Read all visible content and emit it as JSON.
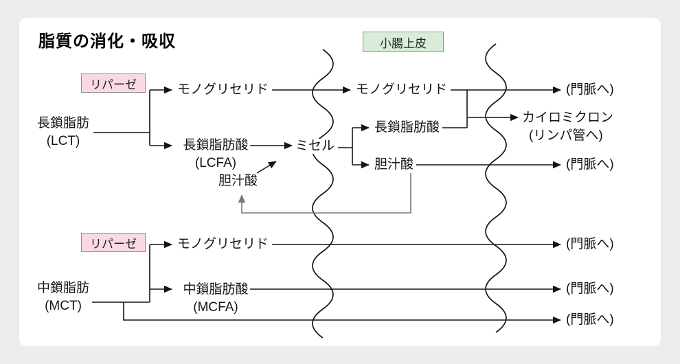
{
  "title": "脂質の消化・吸収",
  "colors": {
    "background": "#ececec",
    "panel": "#ffffff",
    "line": "#141414",
    "recycle_line": "#7a7a7a",
    "lipase_bg": "#f9d9e3",
    "epithelium_bg": "#d9ecd9",
    "box_border": "#8f8f8f"
  },
  "epithelium_tag": "小腸上皮",
  "lumen": {
    "lipase_top": "リパーゼ",
    "lipase_bottom": "リパーゼ",
    "lct_name": "長鎖脂肪",
    "lct_abbr": "(LCT)",
    "monoglyceride": "モノグリセリド",
    "lcfa_name": "長鎖脂肪酸",
    "lcfa_abbr": "(LCFA)",
    "bile_acid": "胆汁酸",
    "micelle": "ミセル",
    "mct_name": "中鎖脂肪",
    "mct_abbr": "(MCT)",
    "monoglyceride_mct": "モノグリセリド",
    "mcfa_name": "中鎖脂肪酸",
    "mcfa_abbr": "(MCFA)"
  },
  "cell": {
    "monoglyceride": "モノグリセリド",
    "lcfa": "長鎖脂肪酸",
    "bile_acid": "胆汁酸"
  },
  "blood": {
    "portal_monoglyceride": "(門脈へ)",
    "chylomicron": "カイロミクロン",
    "lymph": "(リンパ管へ)",
    "portal_bile": "(門脈へ)",
    "portal_monoglyceride_mct": "(門脈へ)",
    "portal_mcfa": "(門脈へ)",
    "portal_mct": "(門脈へ)"
  }
}
